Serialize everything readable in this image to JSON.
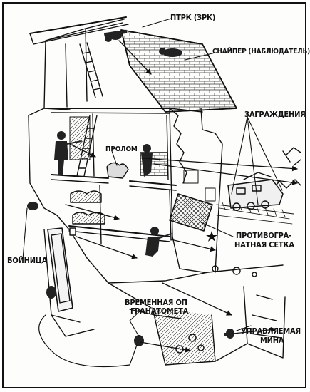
{
  "labels": {
    "ptrk": "ПТРК (ЗРК)",
    "sniper": "СНАЙПЕР (НАБЛЮДАТЕЛЬ)",
    "barriers": "ЗАГРАЖДЕНИЯ",
    "breach": "ПРОЛОМ",
    "loophole": "БОЙНИЦА",
    "net_line1": "ПРОТИВОГРА-",
    "net_line2": "НАТНАЯ СЕТКА",
    "grenade_line1": "ВРЕМЕННАЯ ОП",
    "grenade_line2": "ГРАНАТОМЕТА",
    "mine_line1": "УПРАВЛЯЕМАЯ",
    "mine_line2": "МИНА"
  }
}
